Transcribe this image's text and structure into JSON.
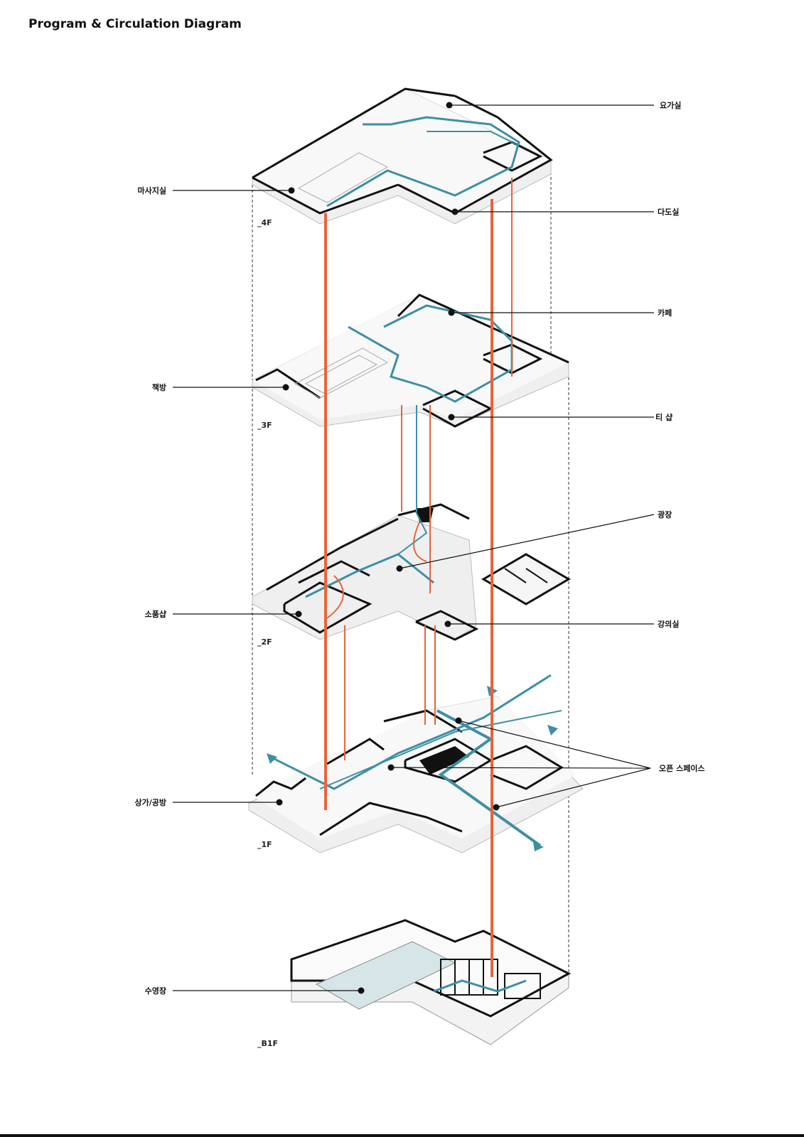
{
  "title": "Program & Circulation Diagram",
  "floors": [
    {
      "id": "4f",
      "label": "_4F"
    },
    {
      "id": "3f",
      "label": "_3F"
    },
    {
      "id": "2f",
      "label": "_2F"
    },
    {
      "id": "1f",
      "label": "_1F"
    },
    {
      "id": "b1f",
      "label": "_B1F"
    }
  ],
  "labels": {
    "yoga": "요가실",
    "massage": "마사지실",
    "tea": "다도실",
    "cafe": "카페",
    "bookroom": "책방",
    "teashop": "티 샵",
    "plaza": "광장",
    "propshop": "소품샵",
    "lecture": "강의실",
    "openspace": "오픈 스페이스",
    "shops": "상가/공방",
    "pool": "수영장"
  },
  "colors": {
    "vertical_circulation": "#e8643a",
    "horizontal_circulation": "#3d8fa6",
    "wall": "#111111",
    "slab": "#f2f2f2",
    "pool_water": "#d6e6e8"
  }
}
